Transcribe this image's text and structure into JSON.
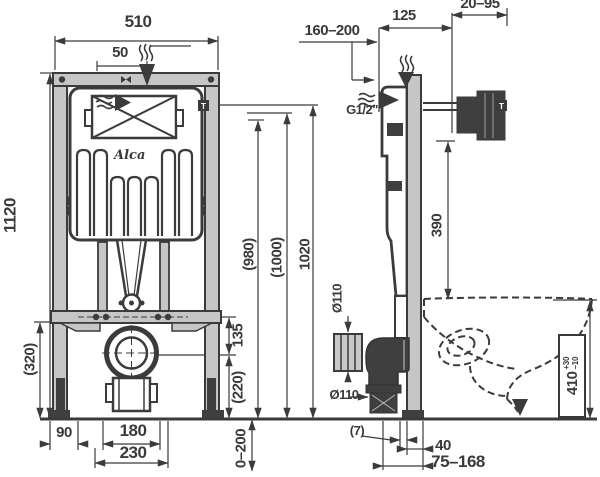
{
  "drawing": {
    "type": "technical installation drawing, concealed WC cistern frame, front and side view",
    "front": {
      "width": "510",
      "inlet_offset": "50",
      "height": "1120",
      "h_980": "(980)",
      "h_1000": "(1000)",
      "h_1020": "1020",
      "d_135": "135",
      "d_220": "(220)",
      "d_320": "(320)",
      "legs": "0–200",
      "d_90": "90",
      "d_180": "180",
      "d_230": "230",
      "logo": "Alca"
    },
    "side": {
      "supply": "160–200",
      "depth": "125",
      "wall_gap": "20–95",
      "thread": "G1/2\"",
      "d_390": "390",
      "dia_coupling": "Ø110",
      "dia_pipe": "Ø110",
      "gap": "(7)",
      "d_40": "40",
      "outlet_range": "75–168",
      "bowl_h": "410",
      "tol_plus": "+30",
      "tol_minus": "−10"
    },
    "markers": {
      "fixing": "T"
    },
    "icons": {
      "water_flow": "wavy-arrow",
      "fixing_point": "T-square"
    },
    "colors": {
      "line": "#3b3b3b",
      "metal": "#c6c6c6",
      "dark": "#3f3f3f",
      "background": "#ffffff"
    }
  }
}
